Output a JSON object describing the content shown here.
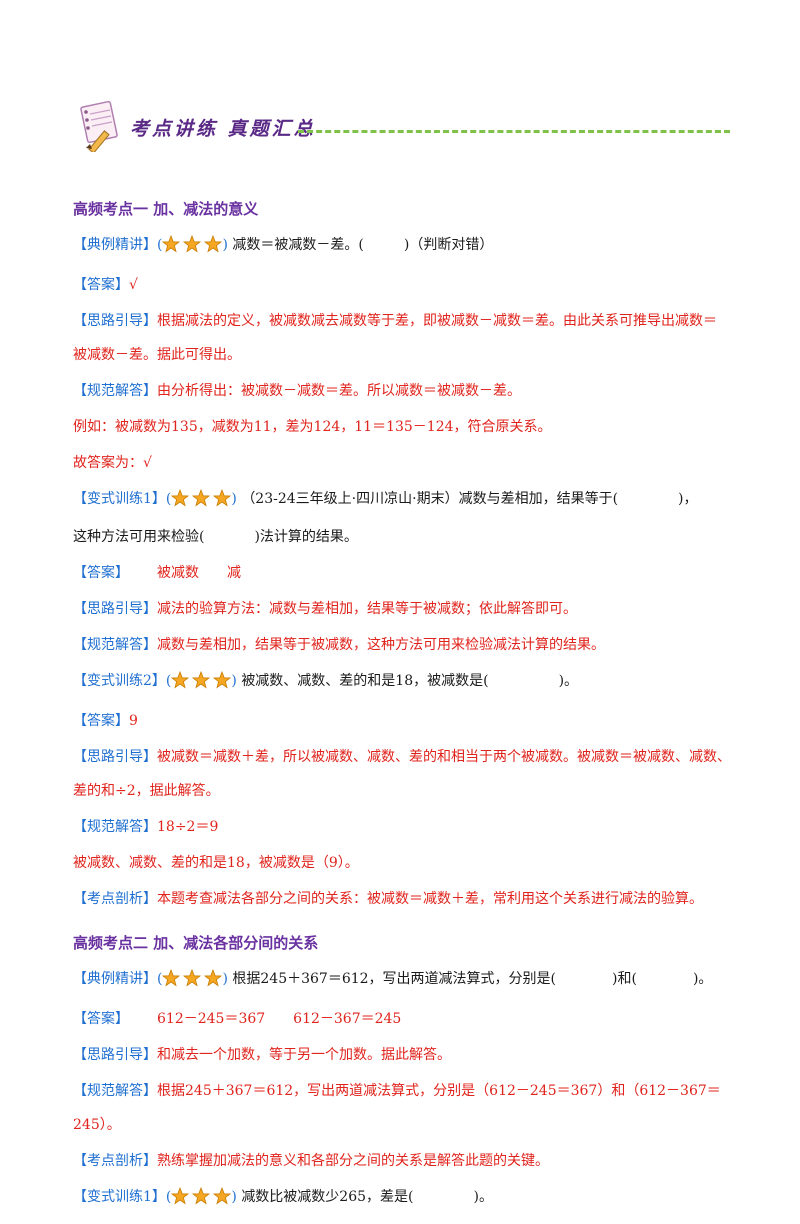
{
  "banner": {
    "title": "考点讲练 真题汇总"
  },
  "colors": {
    "tag": "#1f6fd1",
    "red": "#e0231c",
    "heading": "#6a32a0",
    "star": "#f5a623",
    "dash": "#7fc24a"
  },
  "section1": {
    "heading": "高频考点一 加、减法的意义",
    "example": {
      "tag": "【典例精讲】",
      "text_before": "减数＝被减数－差。(",
      "text_after": ")（判断对错）"
    },
    "answer": {
      "tag": "【答案】",
      "text": "√"
    },
    "analysis": {
      "tag": "【思路引导】",
      "text1": "根据减法的定义，被减数减去减数等于差，即被减数－减数＝差。由此关系可推导出减数＝",
      "text2": "被减数－差。据此可得出。"
    },
    "solution": {
      "tag": "【规范解答】",
      "text": "由分析得出：被减数－减数＝差。所以减数＝被减数－差。"
    },
    "extra1": "例如：被减数为135，减数为11，差为124，11＝135－124，符合原关系。",
    "extra2": "故答案为：√",
    "ex1": {
      "tag": "【变式训练1】",
      "text1": "（23-24三年级上·四川凉山·期末）减数与差相加，结果等于(",
      "text1b": ")，",
      "text2a": "这种方法可用来检验(",
      "text2b": ")法计算的结果。",
      "answer_tag": "【答案】",
      "answer_a": "被减数",
      "answer_b": "减",
      "analysis_tag": "【思路引导】",
      "analysis": "减法的验算方法：减数与差相加，结果等于被减数；依此解答即可。",
      "solution_tag": "【规范解答】",
      "solution": "减数与差相加，结果等于被减数，这种方法可用来检验减法计算的结果。"
    },
    "ex2": {
      "tag": "【变式训练2】",
      "text_before": "被减数、减数、差的和是18，被减数是(",
      "text_after": ")。",
      "answer_tag": "【答案】",
      "answer": "9",
      "analysis_tag": "【思路引导】",
      "analysis1": "被减数＝减数＋差，所以被减数、减数、差的和相当于两个被减数。被减数＝被减数、减数、",
      "analysis2": "差的和÷2，据此解答。",
      "solution_tag": "【规范解答】",
      "solution": "18÷2＝9",
      "extra": "被减数、减数、差的和是18，被减数是（9）。",
      "insight_tag": "【考点剖析】",
      "insight": "本题考查减法各部分之间的关系：被减数＝减数＋差，常利用这个关系进行减法的验算。"
    }
  },
  "section2": {
    "heading": "高频考点二 加、减法各部分间的关系",
    "example": {
      "tag": "【典例精讲】",
      "text_before": "根据245＋367＝612，写出两道减法算式，分别是(",
      "text_mid": ")和(",
      "text_after": ")。"
    },
    "answer": {
      "tag": "【答案】",
      "a": "612－245＝367",
      "b": "612－367＝245"
    },
    "analysis": {
      "tag": "【思路引导】",
      "text": "和减去一个加数，等于另一个加数。据此解答。"
    },
    "solution": {
      "tag": "【规范解答】",
      "text1": "根据245＋367＝612，写出两道减法算式，分别是（612－245＝367）和（612－367＝",
      "text2": "245）。"
    },
    "insight": {
      "tag": "【考点剖析】",
      "text": "熟练掌握加减法的意义和各部分之间的关系是解答此题的关键。"
    },
    "ex1": {
      "tag": "【变式训练1】",
      "text_before": "减数比被减数少265，差是(",
      "text_after": ")。"
    }
  }
}
